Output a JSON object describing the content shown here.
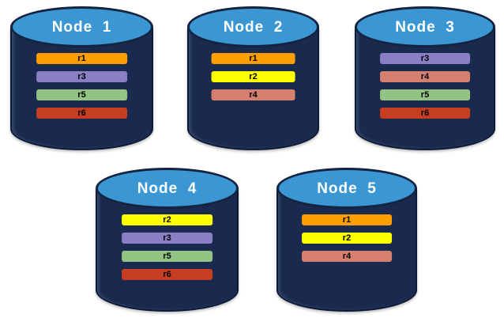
{
  "diagram": {
    "background": "#ffffff",
    "colors": {
      "cylinder_body": "#1a2a4e",
      "cylinder_outline": "#0e1b38",
      "cylinder_top": "#3a97d3",
      "cylinder_top_outline": "#14233f",
      "title_text": "#ffffff",
      "bar_text": "#000000"
    },
    "replica_colors": {
      "r1": "#ff9e00",
      "r2": "#ffff00",
      "r3": "#8a7ec4",
      "r4": "#d57f6f",
      "r5": "#92c382",
      "r6": "#c63d20"
    },
    "nodes": [
      {
        "label": "Node  1",
        "replicas": [
          "r1",
          "r3",
          "r5",
          "r6"
        ]
      },
      {
        "label": "Node  2",
        "replicas": [
          "r1",
          "r2",
          "r4"
        ]
      },
      {
        "label": "Node  3",
        "replicas": [
          "r3",
          "r4",
          "r5",
          "r6"
        ]
      },
      {
        "label": "Node  4",
        "replicas": [
          "r2",
          "r3",
          "r5",
          "r6"
        ]
      },
      {
        "label": "Node  5",
        "replicas": [
          "r1",
          "r2",
          "r4"
        ]
      }
    ]
  }
}
